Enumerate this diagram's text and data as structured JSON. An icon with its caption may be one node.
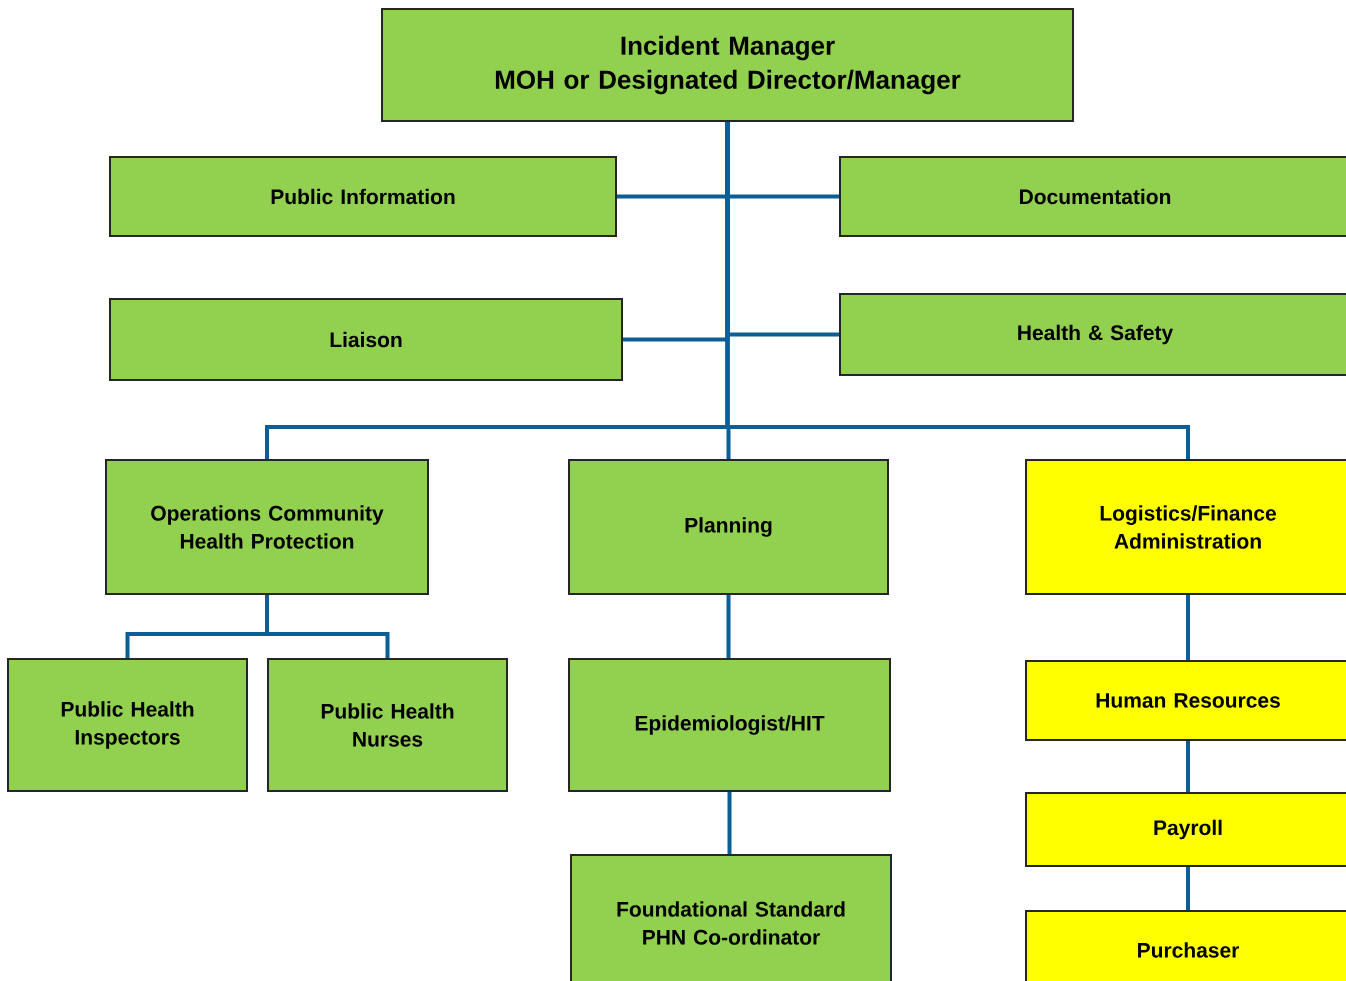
{
  "diagram": {
    "nodes": [
      {
        "text": [
          "Incident Manager",
          "MOH or Designated Director/Manager"
        ]
      },
      {
        "text": [
          "Public Information"
        ]
      },
      {
        "text": [
          "Documentation"
        ]
      },
      {
        "text": [
          "Liaison"
        ]
      },
      {
        "text": [
          "Health & Safety"
        ]
      },
      {
        "text": [
          "Operations Community Health Protection"
        ]
      },
      {
        "text": [
          "Planning"
        ]
      },
      {
        "text": [
          "Logistics/Finance Administration"
        ]
      },
      {
        "text": [
          "Public Health Inspectors"
        ]
      },
      {
        "text": [
          "Public Health Nurses"
        ]
      },
      {
        "text": [
          "Epidemiologist/HIT"
        ]
      },
      {
        "text": [
          "Foundational Standard PHN Co-ordinator"
        ]
      },
      {
        "text": [
          "Human Resources"
        ]
      },
      {
        "text": [
          "Payroll"
        ]
      },
      {
        "text": [
          "Purchaser"
        ]
      }
    ],
    "edges": [
      {
        "from": 0,
        "to": 1,
        "arrow": "none"
      },
      {
        "from": 0,
        "to": 2,
        "arrow": "none"
      },
      {
        "from": 0,
        "to": 3,
        "arrow": "none"
      },
      {
        "from": 0,
        "to": 4,
        "arrow": "none"
      },
      {
        "from": 0,
        "to": 5,
        "arrow": "none"
      },
      {
        "from": 0,
        "to": 6,
        "arrow": "none"
      },
      {
        "from": 0,
        "to": 7,
        "arrow": "none"
      },
      {
        "from": 5,
        "to": 8,
        "arrow": "none"
      },
      {
        "from": 5,
        "to": 9,
        "arrow": "none"
      },
      {
        "from": 6,
        "to": 10,
        "arrow": "none"
      },
      {
        "from": 10,
        "to": 11,
        "arrow": "none"
      },
      {
        "from": 7,
        "to": 12,
        "arrow": "none"
      },
      {
        "from": 12,
        "to": 13,
        "arrow": "none"
      },
      {
        "from": 13,
        "to": 14,
        "arrow": "none"
      }
    ]
  }
}
